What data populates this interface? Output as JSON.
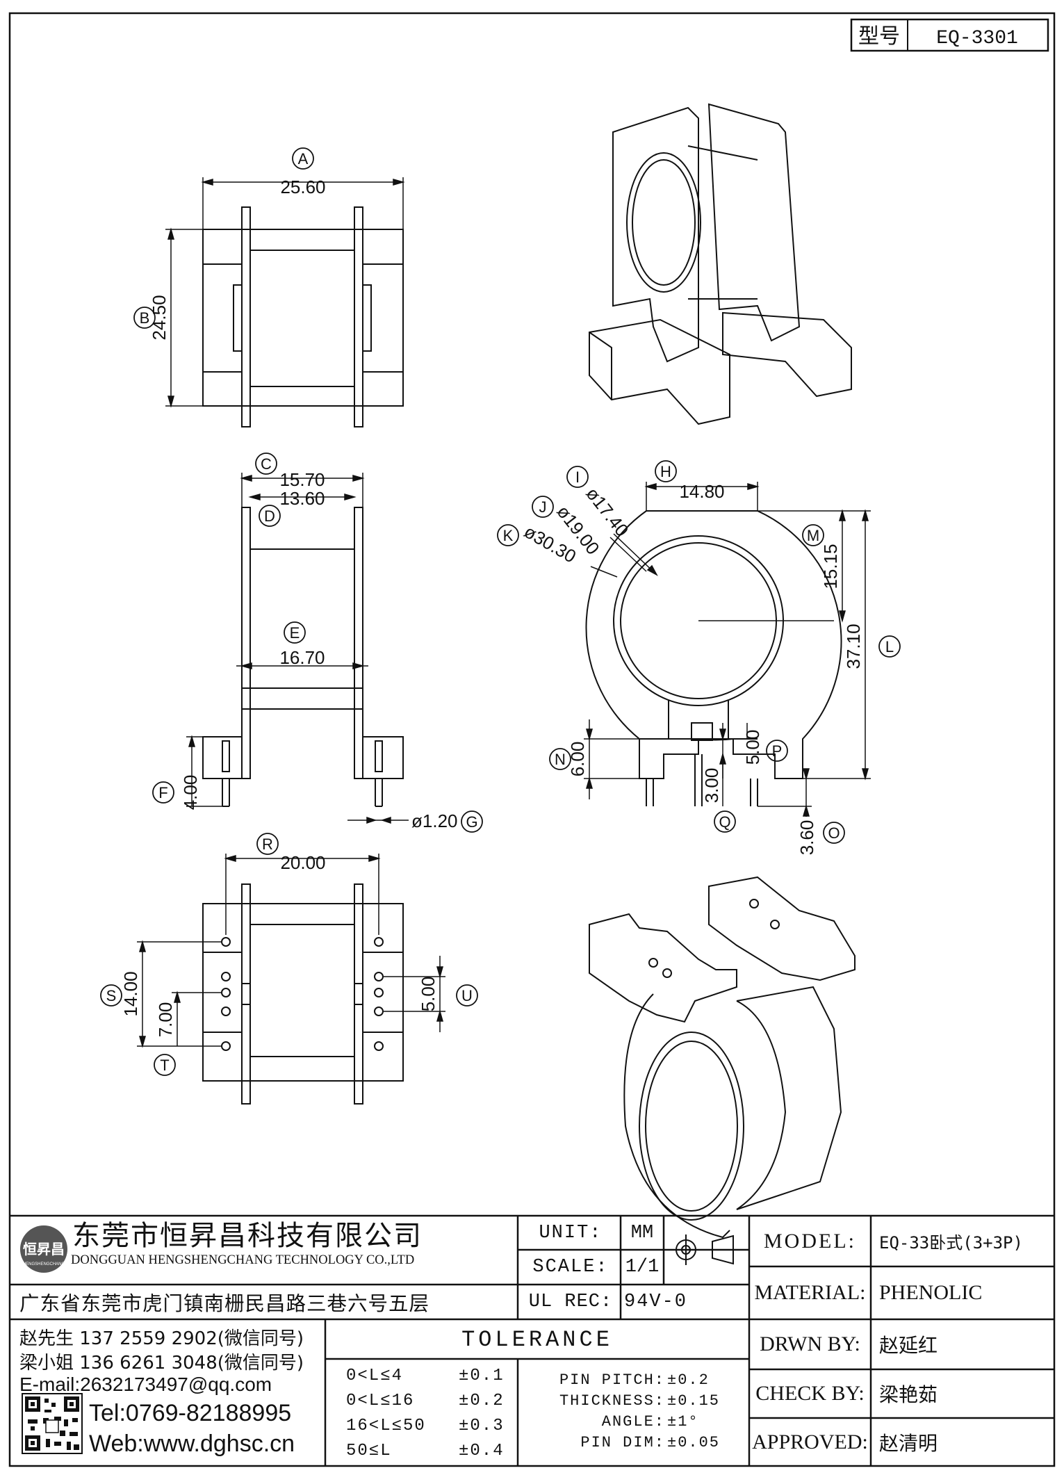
{
  "header": {
    "label": "型号",
    "value": "EQ-3301"
  },
  "dimensions": {
    "A": "25.60",
    "B": "24.50",
    "C": "15.70",
    "D": "13.60",
    "E": "16.70",
    "F": "4.00",
    "G": "ø1.20",
    "H": "14.80",
    "I": "ø17.40",
    "J": "ø19.00",
    "K": "ø30.30",
    "L": "37.10",
    "M": "15.15",
    "N": "6.00",
    "O": "3.60",
    "P": "5.00",
    "Q": "3.00",
    "R": "20.00",
    "S": "14.00",
    "T": "7.00",
    "U": "5.00"
  },
  "company": {
    "logo_text": "恒昇昌",
    "logo_subtext": "HENGSHENGCHANG",
    "name_cn": "东莞市恒昇昌科技有限公司",
    "name_en": "DONGGUAN HENGSHENGCHANG TECHNOLOGY CO.,LTD",
    "address": "广东省东莞市虎门镇南栅民昌路三巷六号五层",
    "contact1": "赵先生 137 2559 2902(微信同号)",
    "contact2": "梁小姐 136 6261 3048(微信同号)",
    "email": "E-mail:2632173497@qq.com",
    "tel": "Tel:0769-82188995",
    "web": "Web:www.dghsc.cn"
  },
  "specs": {
    "unit_label": "UNIT:",
    "unit_value": "MM",
    "scale_label": "SCALE:",
    "scale_value": "1/1",
    "ulrec_label": "UL REC:",
    "ulrec_value": "94V-0"
  },
  "tolerance": {
    "title": "TOLERANCE",
    "ranges": [
      {
        "range": "0<L≤4",
        "value": "±0.1"
      },
      {
        "range": "0<L≤16",
        "value": "±0.2"
      },
      {
        "range": "16<L≤50",
        "value": "±0.3"
      },
      {
        "range": "50≤L",
        "value": "±0.4"
      }
    ],
    "others": [
      {
        "label": "PIN PITCH:",
        "value": "±0.2"
      },
      {
        "label": "THICKNESS:",
        "value": "±0.15"
      },
      {
        "label": "ANGLE:",
        "value": "±1°"
      },
      {
        "label": "PIN DIM:",
        "value": "±0.05"
      }
    ]
  },
  "info": {
    "model_label": "MODEL:",
    "model_value": "EQ-33卧式(3+3P)",
    "material_label": "MATERIAL:",
    "material_value": "PHENOLIC",
    "drawn_label": "DRWN BY:",
    "drawn_value": "赵延红",
    "check_label": "CHECK BY:",
    "check_value": "梁艳茹",
    "approved_label": "APPROVED:",
    "approved_value": "赵清明"
  }
}
